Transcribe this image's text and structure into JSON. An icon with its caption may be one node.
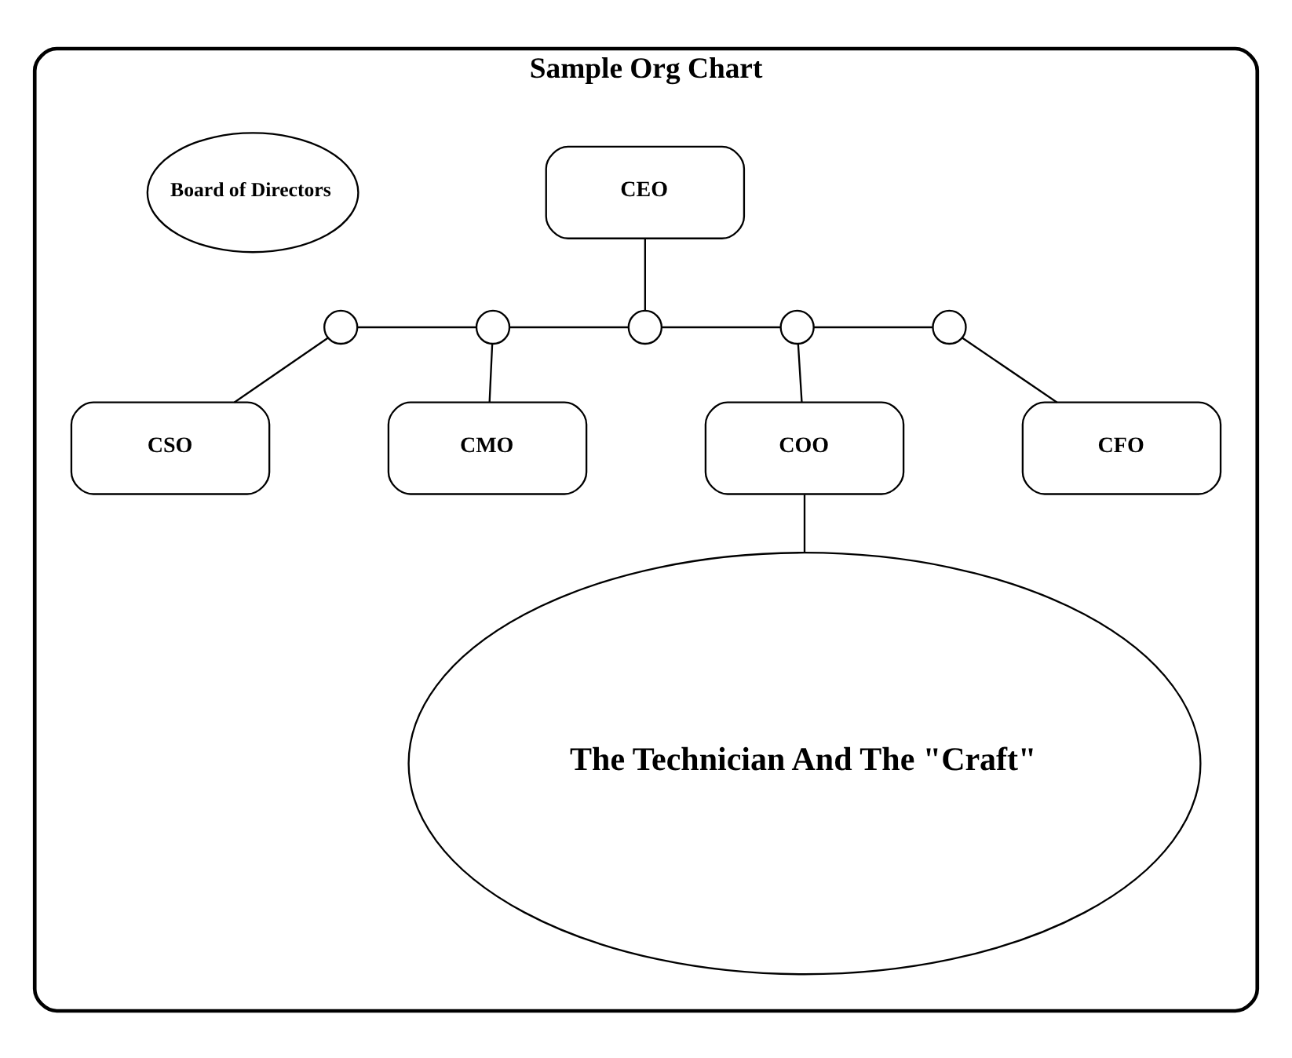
{
  "diagram": {
    "nodes": [
      {
        "text": [
          "Sample Org Chart"
        ]
      },
      {
        "text": [
          "CEO"
        ],
        "in": 0
      },
      {
        "text": [
          "Board of Directors"
        ],
        "in": 0
      },
      {
        "text": [],
        "shape": "circle",
        "in": 0
      },
      {
        "text": [],
        "shape": "circle",
        "in": 0
      },
      {
        "text": [],
        "shape": "circle",
        "in": 0
      },
      {
        "text": [],
        "shape": "circle",
        "in": 0
      },
      {
        "text": [],
        "shape": "circle",
        "in": 0
      },
      {
        "text": [
          "CSO"
        ],
        "in": 0
      },
      {
        "text": [
          "CMO"
        ],
        "in": 0
      },
      {
        "text": [
          "COO"
        ],
        "in": 0
      },
      {
        "text": [
          "CFO"
        ],
        "in": 0
      },
      {
        "text": [
          "The Technician And The \"Craft\""
        ],
        "in": 0
      }
    ],
    "edges": [
      {
        "from": 1,
        "to": 5,
        "arrow": "none"
      },
      {
        "from": 3,
        "to": 4,
        "arrow": "none"
      },
      {
        "from": 4,
        "to": 5,
        "arrow": "none"
      },
      {
        "from": 5,
        "to": 6,
        "arrow": "none"
      },
      {
        "from": 6,
        "to": 7,
        "arrow": "none"
      },
      {
        "from": 3,
        "to": 8,
        "arrow": "none"
      },
      {
        "from": 4,
        "to": 9,
        "arrow": "none"
      },
      {
        "from": 6,
        "to": 10,
        "arrow": "none"
      },
      {
        "from": 7,
        "to": 11,
        "arrow": "none"
      },
      {
        "from": 10,
        "to": 12,
        "arrow": "none"
      }
    ]
  }
}
